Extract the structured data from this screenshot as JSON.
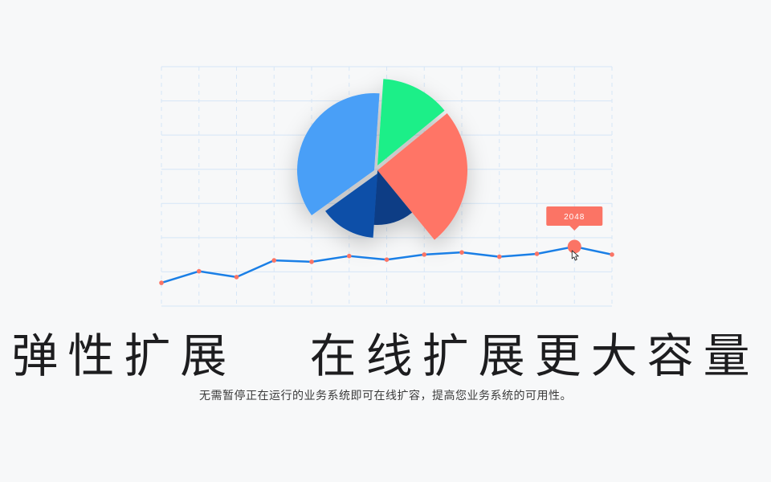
{
  "hero": {
    "headline": "弹性扩展   在线扩展更大容量",
    "subline": "无需暂停正在运行的业务系统即可在线扩容，提高您业务系统的可用性。"
  },
  "tooltip": {
    "value": "2048",
    "cursor_icon": "hand-pointer-icon"
  },
  "colors": {
    "background": "#f7f8f9",
    "grid": "#d6e6f7",
    "line": "#1a7fe6",
    "marker": "#fb7465",
    "pie_blue": "#4a9ff7",
    "pie_green": "#1fef88",
    "pie_coral": "#ff7566",
    "pie_dark_blue": "#0a4fa8",
    "pie_navy": "#0b3d85"
  },
  "chart_data": [
    {
      "type": "line",
      "x": [
        1,
        2,
        3,
        4,
        5,
        6,
        7,
        8,
        9,
        10,
        11,
        12,
        13
      ],
      "values": [
        2,
        18,
        10,
        33,
        31,
        39,
        34,
        41,
        44,
        38,
        42,
        52,
        41
      ],
      "highlight": {
        "index": 11,
        "label": "2048"
      },
      "grid": true,
      "ylim": [
        -30,
        300
      ]
    },
    {
      "type": "pie",
      "slices": [
        {
          "name": "blue",
          "value": 36,
          "color": "#4a9ff7"
        },
        {
          "name": "green",
          "value": 13,
          "color": "#1fef88"
        },
        {
          "name": "coral",
          "value": 25,
          "color": "#ff7566"
        },
        {
          "name": "navy",
          "value": 12,
          "color": "#0b3d85"
        },
        {
          "name": "dark-blue",
          "value": 14,
          "color": "#0a4fa8"
        }
      ]
    }
  ]
}
